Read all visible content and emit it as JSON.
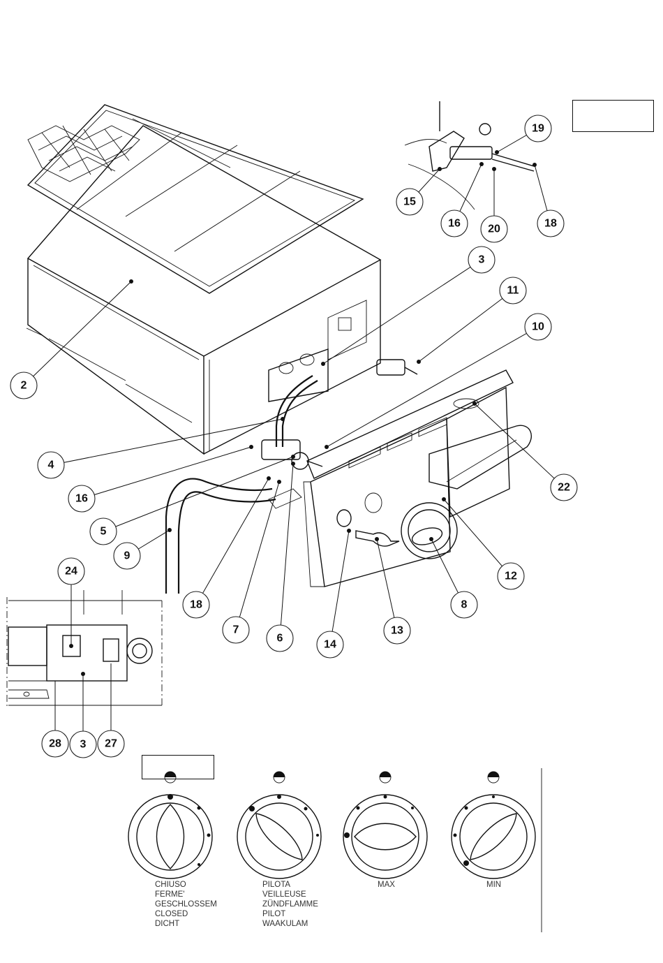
{
  "callouts": {
    "c2": "2",
    "c3a": "3",
    "c4": "4",
    "c5": "5",
    "c6": "6",
    "c7": "7",
    "c8": "8",
    "c9": "9",
    "c10": "10",
    "c11": "11",
    "c12": "12",
    "c13": "13",
    "c14": "14",
    "c15": "15",
    "c16a": "16",
    "c16b": "16",
    "c18a": "18",
    "c18b": "18",
    "c19": "19",
    "c20": "20",
    "c22": "22",
    "c24": "24",
    "c27": "27",
    "c28": "28",
    "c3b": "3"
  },
  "knobs": [
    {
      "lines": [
        "CHIUSO",
        "FERME'",
        "GESCHLOSSEM",
        "CLOSED",
        "DICHT"
      ]
    },
    {
      "lines": [
        "PILOTA",
        "VEILLEUSE",
        "ZÜNDFLAMME",
        "PILOT",
        "WAAKULAM"
      ]
    },
    {
      "lines": [
        "MAX"
      ]
    },
    {
      "lines": [
        "MIN"
      ]
    }
  ]
}
